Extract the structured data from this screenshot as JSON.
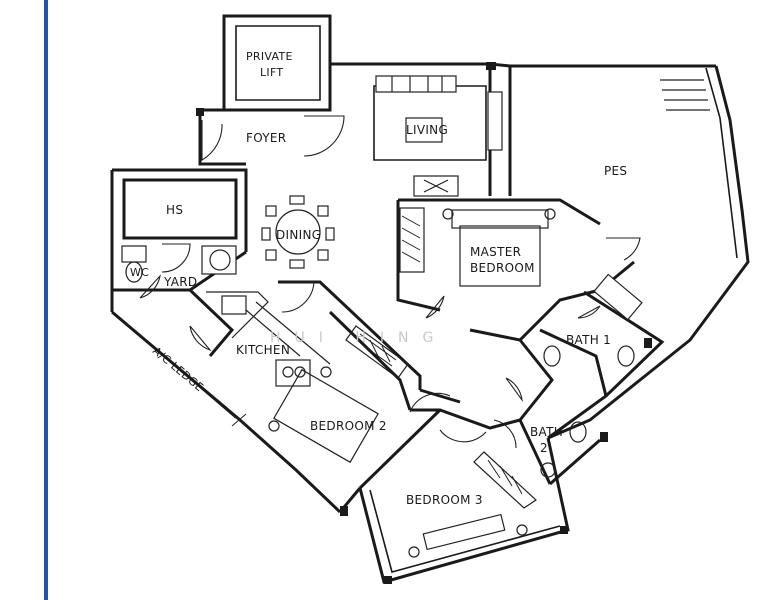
{
  "colors": {
    "accent_rule": "#2456a6",
    "line": "#1a1a1a",
    "watermark": "#c9c9c9"
  },
  "rooms": {
    "private_lift": [
      "PRIVATE",
      "LIFT"
    ],
    "foyer": "FOYER",
    "living": "LIVING",
    "pes": "PES",
    "hs": "HS",
    "dining": "DINING",
    "master_bedroom": [
      "MASTER",
      "BEDROOM"
    ],
    "wc": "WC",
    "yard": "YARD",
    "kitchen": "KITCHEN",
    "bath_1": "BATH 1",
    "ac_ledge": "A/C LEDGE",
    "bedroom_2": "BEDROOM 2",
    "bath_2": [
      "BATH",
      "2"
    ],
    "bedroom_3": "BEDROOM 3"
  },
  "watermark": "HUI HING"
}
